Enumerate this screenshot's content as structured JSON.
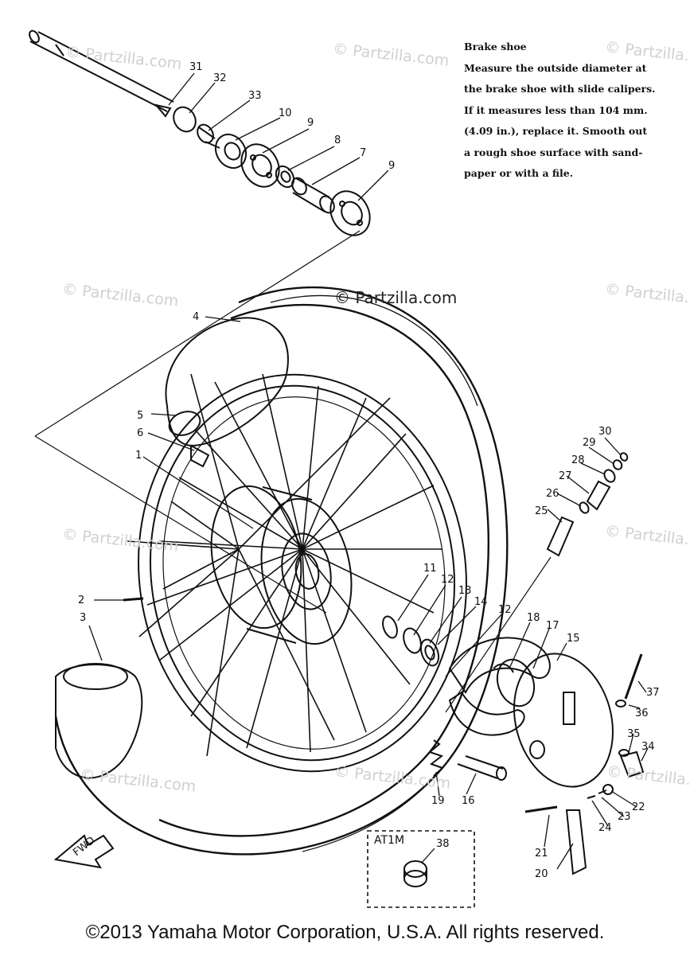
{
  "note": {
    "title": "Brake shoe",
    "lines": [
      "Measure the outside diameter at",
      "the brake shoe with slide calipers.",
      "If it measures less than 104 mm.",
      "(4.09 in.), replace it. Smooth out",
      "a rough shoe surface with sand-",
      "paper or with a file."
    ]
  },
  "watermark": "© Partzilla.com",
  "inset": {
    "label": "AT1M",
    "part": "38"
  },
  "fwd_label": "FWD",
  "copyright": "©2013 Yamaha Motor Corporation, U.S.A. All rights reserved.",
  "callouts": {
    "c1": "1",
    "c2": "2",
    "c3": "3",
    "c4": "4",
    "c5": "5",
    "c6": "6",
    "c7": "7",
    "c8": "8",
    "c9a": "9",
    "c9b": "9",
    "c10": "10",
    "c11": "11",
    "c12a": "12",
    "c12b": "12",
    "c13": "13",
    "c14": "14",
    "c15": "15",
    "c16": "16",
    "c17": "17",
    "c18": "18",
    "c19": "19",
    "c20": "20",
    "c21": "21",
    "c22": "22",
    "c23": "23",
    "c24": "24",
    "c25": "25",
    "c26": "26",
    "c27": "27",
    "c28": "28",
    "c29": "29",
    "c30": "30",
    "c31": "31",
    "c32": "32",
    "c33": "33",
    "c34": "34",
    "c35": "35",
    "c36": "36",
    "c37": "37"
  }
}
